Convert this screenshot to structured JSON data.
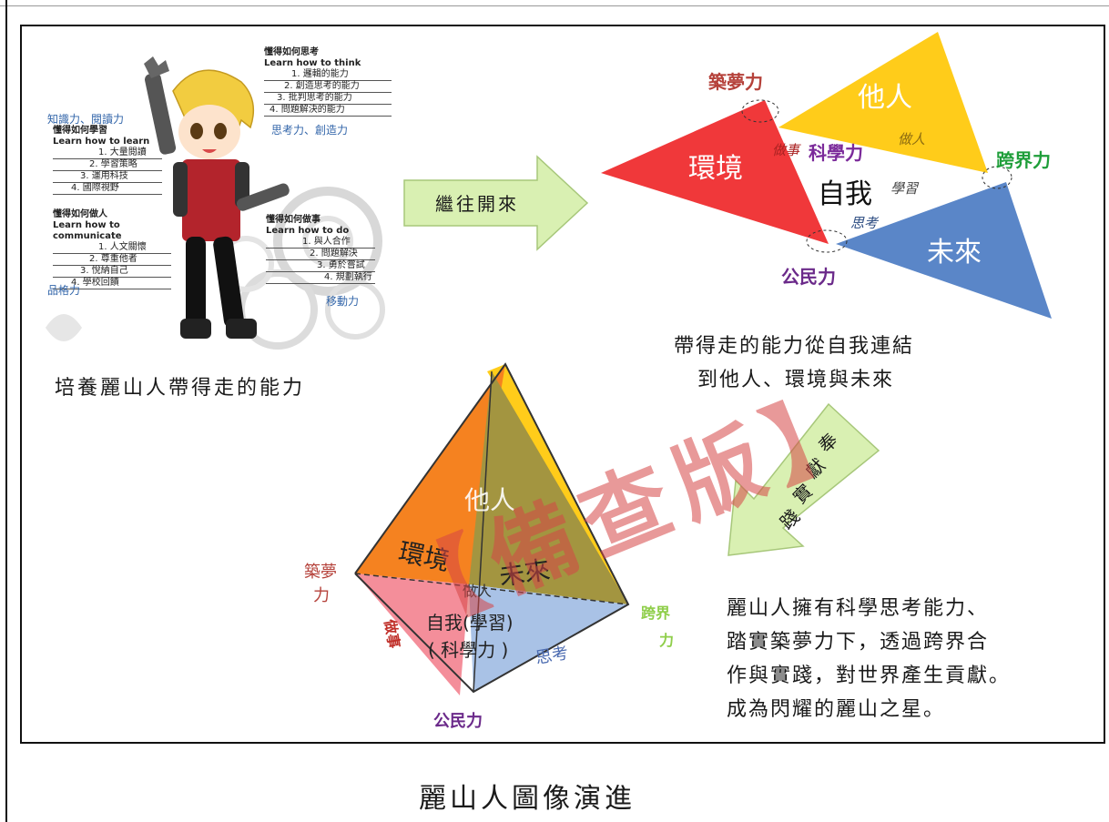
{
  "page": {
    "title": "麗山人圖像演進"
  },
  "panel1": {
    "caption": "培養麗山人帶得走的能力",
    "skills": {
      "knowledge": "知識力、閱讀力",
      "thinking": "思考力、創造力",
      "character": "品格力",
      "mobility": "移動力"
    },
    "boxes": {
      "think": {
        "title_zh": "懂得如何思考",
        "title_en": "Learn how to think",
        "items": [
          "1. 邏輯的能力",
          "2. 創造思考的能力",
          "3. 批判思考的能力",
          "4. 問題解決的能力"
        ]
      },
      "learn": {
        "title_zh": "懂得如何學習",
        "title_en": "Learn how to learn",
        "items": [
          "1. 大量閱讀",
          "2. 學習策略",
          "3. 運用科技",
          "4. 國際視野"
        ]
      },
      "communicate": {
        "title_zh": "懂得如何做人",
        "title_en": "Learn how to communicate",
        "items": [
          "1. 人文關懷",
          "2. 尊重他者",
          "3. 悅納自己",
          "4. 學校回饋"
        ]
      },
      "do": {
        "title_zh": "懂得如何做事",
        "title_en": "Learn how to do",
        "items": [
          "1. 與人合作",
          "2. 問題解決",
          "3. 勇於嘗試",
          "4. 規劃執行"
        ]
      }
    }
  },
  "arrow1": {
    "label": "繼往開來"
  },
  "panel2": {
    "others": "他人",
    "environment": "環境",
    "future": "未來",
    "self": "自我",
    "science": "科學力",
    "dream": "築夢力",
    "crossborder": "跨界力",
    "civic": "公民力",
    "doing_person": "做人",
    "doing_things": "做事",
    "learning": "學習",
    "thinking": "思考",
    "caption_lines": [
      "帶得走的能力從自我連結",
      "到他人、環境與未來"
    ]
  },
  "arrow2": {
    "label_chars": [
      "奉",
      "獻",
      "實",
      "踐"
    ]
  },
  "panel3": {
    "others": "他人",
    "environment": "環境",
    "future": "未來",
    "doing_person": "做人",
    "self_learning": "自我(學習)",
    "science_paren": "( 科學力 )",
    "doing_things": "做事",
    "thinking": "思考",
    "dream_l1": "築夢",
    "dream_l2": "力",
    "cross_l1": "跨界",
    "cross_l2": "力",
    "civic": "公民力"
  },
  "panel4": {
    "lines": [
      "麗山人擁有科學思考能力、",
      "踏實築夢力下，透過跨界合",
      "作與實踐，對世界產生貢獻。",
      "成為閃耀的麗山之星。"
    ]
  },
  "watermark": {
    "text": "【備查版】"
  },
  "colors": {
    "red": "#f0383a",
    "yellow": "#ffcc1a",
    "blue": "#5a86c8",
    "orange": "#f58220",
    "olive": "#a39540",
    "pink": "#f48e9a",
    "lightblue": "#a9c2e6",
    "arrow_green": "#d8f0b0",
    "dream_red": "#b5413a",
    "cross_green": "#1f9e3a",
    "civic_purple": "#6b2a8a",
    "science_purple": "#7b2a9a"
  }
}
